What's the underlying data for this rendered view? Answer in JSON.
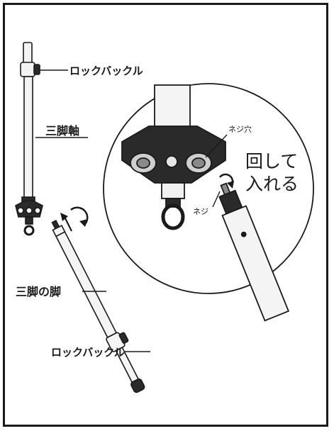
{
  "labels": {
    "lock_buckle_top": "ロックバックル",
    "tripod_shaft": "三脚軸",
    "tripod_leg": "三脚の脚",
    "lock_buckle_bottom": "ロックバックル",
    "screw_hole": "ネジ穴",
    "screw": "ネジ",
    "instruction_line1": "回して",
    "instruction_line2": "入れる"
  },
  "colors": {
    "line": "#1a1a1a",
    "pipe_fill": "#f4f4f4",
    "dark_part": "#2a2a2a"
  },
  "icons": [
    "rotate-arrow-icon",
    "up-arrow-icon"
  ]
}
